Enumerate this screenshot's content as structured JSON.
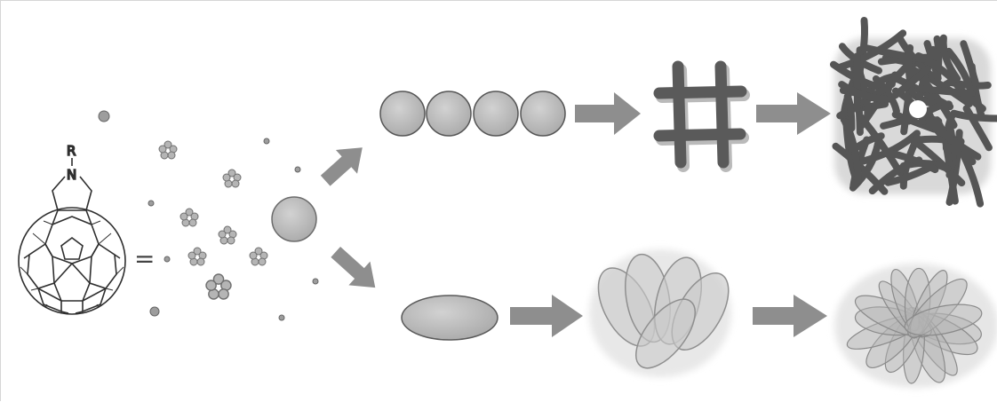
{
  "molecule": {
    "substituent_label": "R",
    "nitrogen_label": "N",
    "equals_sign": "="
  },
  "colors": {
    "particle_fill": "#b9b9b9",
    "particle_stroke": "#6f6f6f",
    "arrow": "#8e8e8e",
    "structure_dark": "#5d5d5d",
    "petal_fill": "#c9c9c9",
    "petal_stroke": "#9a9a9a",
    "halo": "#e4e4e4"
  },
  "pathways": {
    "upper": [
      "chain-of-spheres",
      "crossed-rods",
      "dense-network"
    ],
    "lower": [
      "ellipsoid",
      "flower-petals",
      "multi-petal-flower"
    ]
  }
}
